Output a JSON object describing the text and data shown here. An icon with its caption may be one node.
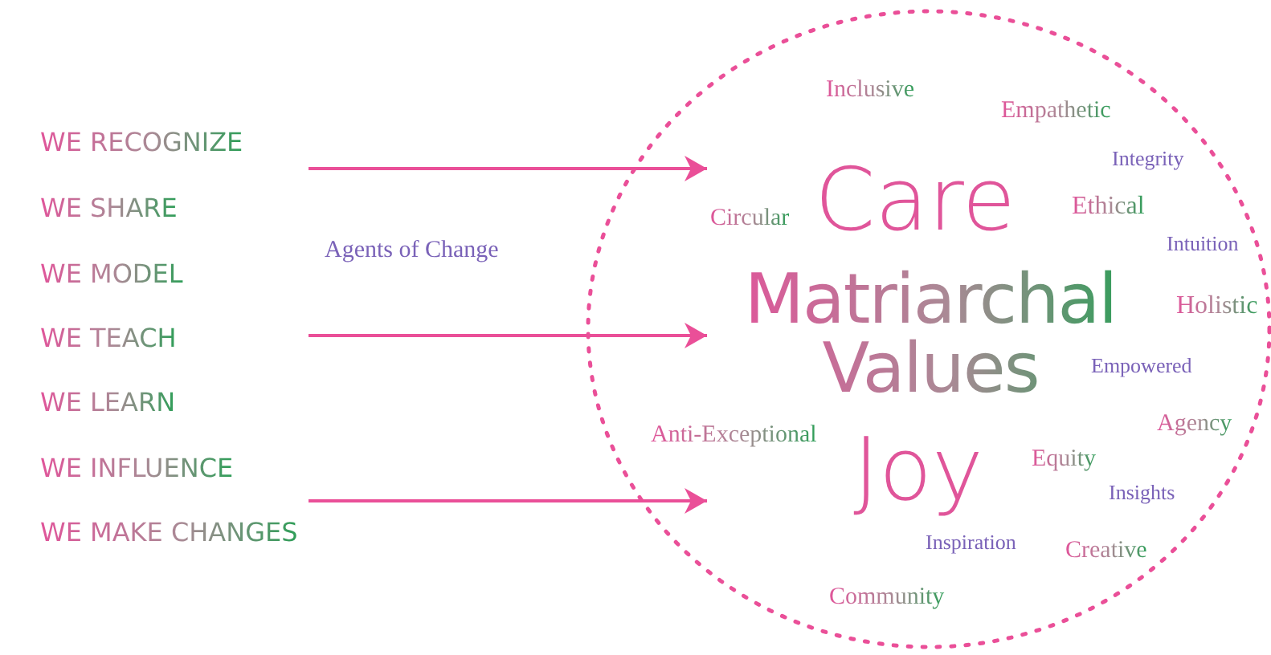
{
  "diagram": {
    "nodes": [
      {
        "text": [
          "Inclusive",
          "Empathetic",
          "Integrity",
          "Circular",
          "Ethical",
          "Intuition",
          "Holistic",
          "Empowered",
          "Anti-Exceptional",
          "Agency",
          "Equity",
          "Insights",
          "Inspiration",
          "Creative",
          "Community"
        ]
      },
      {
        "text": [
          "Care"
        ],
        "in": 0
      },
      {
        "text": [
          "Matriarchal Values"
        ],
        "in": 0
      },
      {
        "text": [
          "Joy"
        ],
        "in": 0
      }
    ],
    "edges": [
      {
        "from": null,
        "to": 1,
        "arrow": "to"
      },
      {
        "from": null,
        "to": 2,
        "arrow": "to"
      },
      {
        "from": null,
        "to": 3,
        "arrow": "to"
      }
    ],
    "labels": [
      "WE RECOGNIZE",
      "WE SHARE",
      "WE MODEL",
      "WE TEACH",
      "WE LEARN",
      "WE INFLUENCE",
      "WE MAKE CHANGES",
      "Agents of Change"
    ]
  }
}
